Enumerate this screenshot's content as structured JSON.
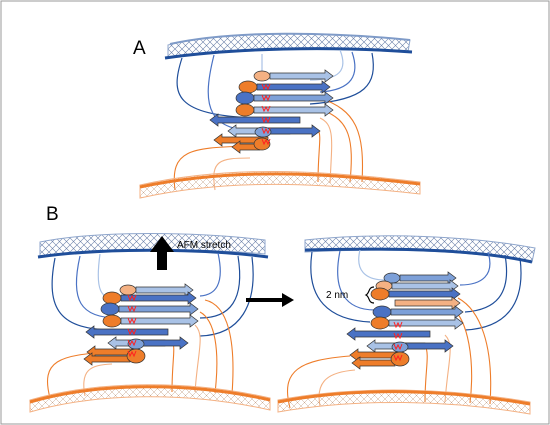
{
  "panels": {
    "a_label": "A",
    "b_label": "B",
    "afm_label": "AFM stretch",
    "spacing_label": "2 nm"
  },
  "colors": {
    "dark_blue": "#1f4e9a",
    "mid_blue": "#4a72c4",
    "light_blue": "#a9c2e6",
    "periwinkle": "#7da0d8",
    "orange": "#ee7d2a",
    "light_orange": "#f4b183",
    "tryptophan_red": "#ff2020"
  },
  "icons": [
    "cell-wall-mesh-icon",
    "adhesin-icon",
    "tryptophan-pair-icon",
    "upward-force-arrow-icon",
    "process-arrow-icon",
    "brace-icon"
  ]
}
